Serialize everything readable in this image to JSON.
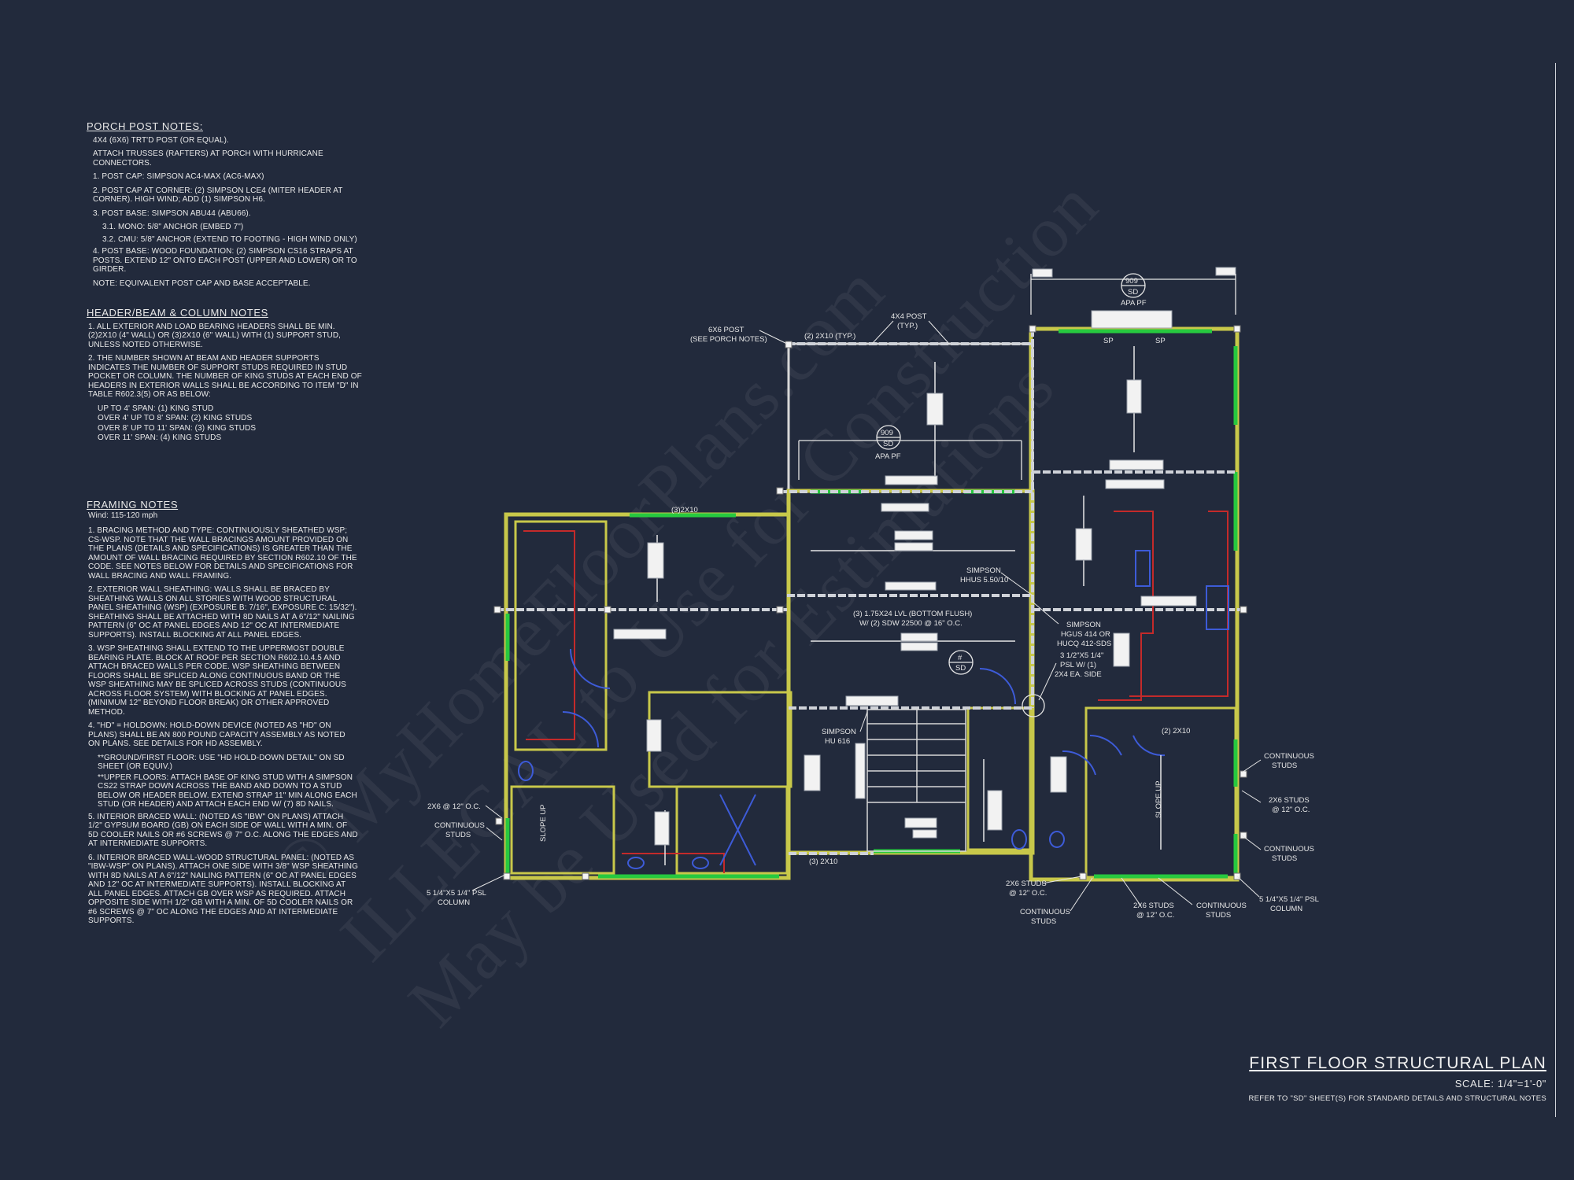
{
  "porch_notes": {
    "heading": "PORCH POST NOTES:",
    "items": [
      "4X4 (6x6) TRT'D POST (OR EQUAL).",
      "ATTACH TRUSSES (RAFTERS) AT PORCH WITH HURRICANE CONNECTORS.",
      "1. POST CAP: SIMPSON AC4-MAX (AC6-MAX)",
      "2. POST CAP AT CORNER: (2) SIMPSON LCE4 (MITER HEADER AT CORNER). HIGH WIND; ADD (1) SIMPSON H6.",
      "3. POST BASE: SIMPSON ABU44 (ABU66).",
      "3.1. MONO: 5/8\" ANCHOR (EMBED 7\")",
      "3.2. CMU: 5/8\" ANCHOR (EXTEND TO FOOTING - HIGH WIND ONLY)",
      "4. POST BASE: WOOD FOUNDATION: (2) SIMPSON CS16 STRAPS AT POSTS. EXTEND 12\" ONTO EACH POST (UPPER AND LOWER) OR TO GIRDER.",
      "NOTE: EQUIVALENT POST CAP AND BASE ACCEPTABLE."
    ]
  },
  "header_notes": {
    "heading": "HEADER/BEAM & COLUMN NOTES",
    "items": [
      "1. ALL EXTERIOR AND LOAD BEARING HEADERS SHALL BE MIN. (2)2x10 (4\" WALL) OR (3)2x10 (6\" WALL) WITH (1) SUPPORT STUD, UNLESS NOTED OTHERWISE.",
      "2. THE NUMBER SHOWN AT BEAM AND HEADER SUPPORTS INDICATES THE NUMBER OF SUPPORT STUDS REQUIRED IN STUD POCKET OR COLUMN. THE NUMBER OF KING STUDS AT EACH END OF HEADERS IN EXTERIOR WALLS SHALL BE ACCORDING TO ITEM \"d\" IN TABLE R602.3(5) OR AS BELOW:",
      "UP TO 4' SPAN: (1) KING STUD",
      "OVER 4' UP TO 8' SPAN: (2) KING STUDS",
      "OVER 8' UP TO 11' SPAN: (3) KING STUDS",
      "OVER 11' SPAN: (4) KING STUDS"
    ]
  },
  "framing_notes": {
    "heading": "FRAMING NOTES",
    "wind": "Wind: 115-120 mph",
    "items": [
      "1. BRACING METHOD AND TYPE: CONTINUOUSLY SHEATHED WSP; CS-WSP. NOTE THAT THE WALL BRACINGS AMOUNT PROVIDED ON THE PLANS (DETAILS AND SPECIFICATIONS) IS GREATER THAN THE AMOUNT OF WALL BRACING REQUIRED BY SECTION R602.10 OF THE CODE. SEE NOTES BELOW FOR DETAILS AND SPECIFICATIONS FOR WALL BRACING AND WALL FRAMING.",
      "2. EXTERIOR WALL SHEATHING: WALLS SHALL BE BRACED BY SHEATHING WALLS ON ALL STORIES WITH WOOD STRUCTURAL PANEL SHEATHING (WSP) (EXPOSURE B: 7/16\", EXPOSURE C: 15/32\"). SHEATHING SHALL BE ATTACHED WITH 8d NAILS AT A 6\"/12\" NAILING PATTERN (6\" OC AT PANEL EDGES AND 12\" OC AT INTERMEDIATE SUPPORTS). INSTALL BLOCKING AT ALL PANEL EDGES.",
      "3. WSP SHEATHING SHALL EXTEND TO THE UPPERMOST DOUBLE BEARING PLATE. BLOCK AT ROOF PER SECTION R602.10.4.5 AND ATTACH BRACED WALLS PER CODE. WSP SHEATHING BETWEEN FLOORS SHALL BE SPLICED ALONG CONTINUOUS BAND OR THE WSP SHEATHING MAY BE SPLICED ACROSS STUDS (CONTINUOUS ACROSS FLOOR SYSTEM) WITH BLOCKING AT PANEL EDGES. (MINIMUM 12\" BEYOND FLOOR BREAK) OR OTHER APPROVED METHOD.",
      "4. \"HD\" = HOLDOWN: HOLD-DOWN DEVICE (NOTED AS \"HD\" ON PLANS) SHALL BE AN 800 POUND CAPACITY ASSEMBLY AS NOTED ON PLANS. SEE DETAILS FOR HD ASSEMBLY.",
      "**GROUND/FIRST FLOOR: USE \"HD HOLD-DOWN DETAIL\" ON SD SHEET (OR EQUIV.)",
      "**UPPER FLOORS: ATTACH BASE OF KING STUD WITH A SIMPSON CS22 STRAP DOWN ACROSS THE BAND AND DOWN TO A STUD BELOW OR HEADER BELOW. EXTEND STRAP 11\" MIN ALONG EACH STUD (OR HEADER) AND ATTACH EACH END W/ (7) 8d NAILS.",
      "5. INTERIOR BRACED WALL: (NOTED AS \"IBW\" ON PLANS) ATTACH 1/2\" GYPSUM BOARD (GB) ON EACH SIDE OF WALL WITH A MIN. OF 5d COOLER NAILS OR #6 SCREWS @ 7\" O.C. ALONG THE EDGES AND AT INTERMEDIATE SUPPORTS.",
      "6. INTERIOR BRACED WALL-WOOD STRUCTURAL PANEL: (NOTED AS \"IBW-WSP\" ON PLANS). ATTACH ONE SIDE WITH 3/8\" WSP SHEATHING WITH 8d NAILS AT A 6\"/12\" NAILING PATTERN (6\" OC AT PANEL EDGES AND 12\" OC AT INTERMEDIATE SUPPORTS). INSTALL BLOCKING AT ALL PANEL EDGES. ATTACH GB OVER WSP AS REQUIRED. ATTACH OPPOSITE SIDE WITH 1/2\" GB WITH A MIN. OF 5d COOLER NAILS OR #6 SCREWS @ 7\" OC ALONG THE EDGES AND AT INTERMEDIATE SUPPORTS."
    ]
  },
  "plan_labels": {
    "post_6x6": "6x6 POST",
    "see_porch": "(SEE PORCH NOTES)",
    "two_2x10_typ": "(2) 2x10 (TYP.)",
    "post_4x4": "4x4 POST",
    "typ": "(TYP.)",
    "det_num": "909",
    "det_sheet": "SD",
    "apa_pf": "APA PF",
    "sp": "SP",
    "three_2x10": "(3)2x10",
    "simpson_hhus": "SIMPSON",
    "hhus_model": "HHUS 5.50/10",
    "lvl_1": "(3) 1.75x24 LVL (BOTTOM FLUSH)",
    "lvl_2": "W/ (2) SDW 22500 @ 16\" O.C.",
    "simpson_hgus_1": "SIMPSON",
    "simpson_hgus_2": "HGUS 414 OR",
    "simpson_hgus_3": "HUCQ 412-SDS",
    "psl_1": "3 1/2\"x5 1/4\"",
    "psl_2": "PSL W/ (1)",
    "psl_3": "2x4 EA. SIDE",
    "simpson_hu_1": "SIMPSON",
    "simpson_hu_2": "HU 616",
    "two_2x10": "(2) 2x10",
    "three_2x10_b": "(3) 2x10",
    "slope_up": "SLOPE UP",
    "continuous_studs_a": "CONTINUOUS",
    "continuous_studs_b": "STUDS",
    "studs_2x6": "2x6 STUDS",
    "at_12oc": "@ 12\" O.C.",
    "studs_2x6_left": "2x6 @ 12\" O.C.",
    "psl_col_left_1": "5 1/4\"x5 1/4\" PSL",
    "psl_col_left_2": "COLUMN",
    "psl_col_right_1": "5 1/4\"x5 1/4\" PSL",
    "psl_col_right_2": "COLUMN",
    "sd_mark": "SD",
    "sd_num": "#"
  },
  "watermark": {
    "line1": "© MyHomeFloorPlans.com",
    "line2": "ILLEGAL to Use for Construction",
    "line3": "May be Used for Estimations"
  },
  "title_block": {
    "title": "FIRST FLOOR STRUCTURAL PLAN",
    "scale": "SCALE: 1/4\"=1'-0\"",
    "ref": "REFER TO \"SD\" SHEET(S) FOR STANDARD DETAILS AND STRUCTURAL NOTES"
  },
  "colors": {
    "background": "#222a3c",
    "wall_yellow": "#c8c84a",
    "sheathing_green": "#27c93f",
    "fixture_blue": "#3d5bd8",
    "cabinet_red": "#c42a2a",
    "line_white": "#e6e6e6"
  }
}
